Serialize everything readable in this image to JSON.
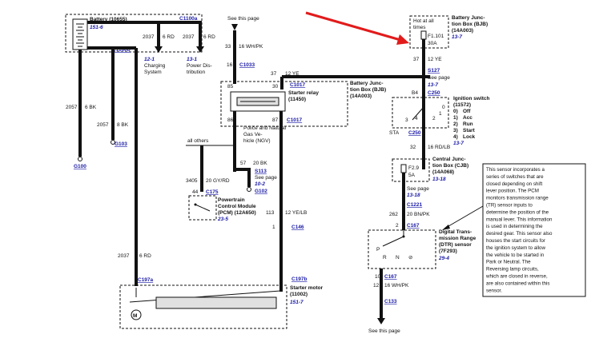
{
  "battery": {
    "title": "Battery (10655)",
    "ref": "151-6"
  },
  "connectors": {
    "c1100a": "C1100a",
    "c1100b": "C1100b",
    "c1033": "C1033",
    "c1017a": "C1017",
    "c1017b": "C1017",
    "s127": "S127",
    "c250a": "C250",
    "c250b": "C250",
    "c175": "C175",
    "s113": "S113",
    "g102": "G102",
    "g103": "G103",
    "g100": "G100",
    "c1221": "C1221",
    "c146": "C146",
    "c167a": "C167",
    "c167b": "C167",
    "c197a": "C197a",
    "c197b": "C197b",
    "c133": "C133"
  },
  "top": {
    "see_this_page": "See this page",
    "w33": "33",
    "w33_color": "16 WH/PK",
    "w16": "16",
    "w2037a": "2037",
    "w2037a_color": "6 RD",
    "w2037b": "2037",
    "w2037b_color": "6 RD",
    "charging_ref": "12-1",
    "charging_l1": "Charging",
    "charging_l2": "System",
    "power_ref": "13-1",
    "power_l1": "Power Dis-",
    "power_l2": "tribution"
  },
  "left_wires": {
    "w2057a": "2057",
    "w2057a_color": "6 BK",
    "w2057b": "2057",
    "w2057b_color": "8 BK",
    "w2037c": "2037",
    "w2037c_color": "6 RD"
  },
  "bjb_right": {
    "title_l1": "Battery Junc-",
    "title_l2": "tion Box (BJB)",
    "title_l3": "(14A003)",
    "ref": "13-7",
    "hot_l1": "Hot at all",
    "hot_l2": "times",
    "fuse": "F1.101",
    "amps": "30A",
    "w37": "37",
    "w37_color": "12 YE",
    "see_page": "See page",
    "see_ref": "13-7"
  },
  "bjb_mid": {
    "title_l1": "Battery Junc-",
    "title_l2": "tion Box (BJB)",
    "title_l3": "(14A003)",
    "w37": "37",
    "w37_color": "12 YE",
    "pin85": "85",
    "pin30": "30",
    "pin86": "86",
    "pin87": "87",
    "relay_l1": "Starter relay",
    "relay_l2": "(11450)"
  },
  "ngv": {
    "l1": "Police and Natural",
    "l2": "Gas Ve-",
    "l3": "hicle (NGV)",
    "all_others": "all others"
  },
  "s113": {
    "w57": "57",
    "w57_color": "20 BK",
    "see_page": "See page",
    "ref": "10-2"
  },
  "pcm": {
    "w3405": "3405",
    "w3405_color": "20 GY/RD",
    "pin44": "44",
    "l1": "Powertrain",
    "l2": "Control Module",
    "l3": "(PCM) (12A650)",
    "ref": "23-5"
  },
  "w113": {
    "num": "113",
    "color": "12 YE/LB",
    "pin1": "1"
  },
  "ignition": {
    "pin_b4": "B4",
    "title": "Ignition switch",
    "part": "(11572)",
    "p0": "0)",
    "s0": "Off",
    "p1": "1)",
    "s1": "Acc",
    "p2": "2)",
    "s2": "Run",
    "p3": "3)",
    "s3": "Start",
    "p4": "4)",
    "s4": "Lock",
    "ref": "13-7",
    "sta": "STA",
    "n3": "3",
    "n4": "4",
    "n2": "2",
    "n1": "1",
    "n0": "0"
  },
  "cjb": {
    "w32": "32",
    "w32_color": "16 RD/LB",
    "fuse": "F2.9",
    "amps": "5A",
    "title_l1": "Central Junc-",
    "title_l2": "tion Box (CJB)",
    "title_l3": "(14A068)",
    "ref": "13-18",
    "see_page": "See page",
    "see_ref": "13-18"
  },
  "dtr": {
    "w262": "262",
    "w262_color": "20 BN/PK",
    "pin2": "2",
    "title_l1": "Digital Trans-",
    "title_l2": "mission Range",
    "title_l3": "(DTR) sensor",
    "title_l4": "(7F293)",
    "ref": "29-4",
    "p": "P",
    "r": "R",
    "n": "N",
    "d": "⊘",
    "w10": "10",
    "pin12": "12",
    "w10_color": "16 WH/PK",
    "see_this_page": "See this page"
  },
  "starter": {
    "title_l1": "Starter motor",
    "title_l2": "(11002)",
    "ref": "151-7",
    "w2037": "2037",
    "w2037_color": "6 RD",
    "pin1": "1"
  },
  "note": {
    "lines": [
      "This sensor incorporates a",
      "series of switches that are",
      "closed depending on shift",
      "lever position. The PCM",
      "monitors transmission range",
      "(TR) sensor inputs to",
      "determine the position of the",
      "manual lever. This information",
      "is used in determining the",
      "desired gear. This sensor also",
      "houses the start circuits for",
      "the ignition system to allow",
      "the vehicle to be started in",
      "Park or Neutral. The",
      "Reversing lamp circuits,",
      "which are closed in reverse,",
      "are also contained within this",
      "sensor."
    ]
  },
  "colors": {
    "highlight_arrow": "#e21b1b",
    "reference_blue": "#1a1aa6"
  }
}
